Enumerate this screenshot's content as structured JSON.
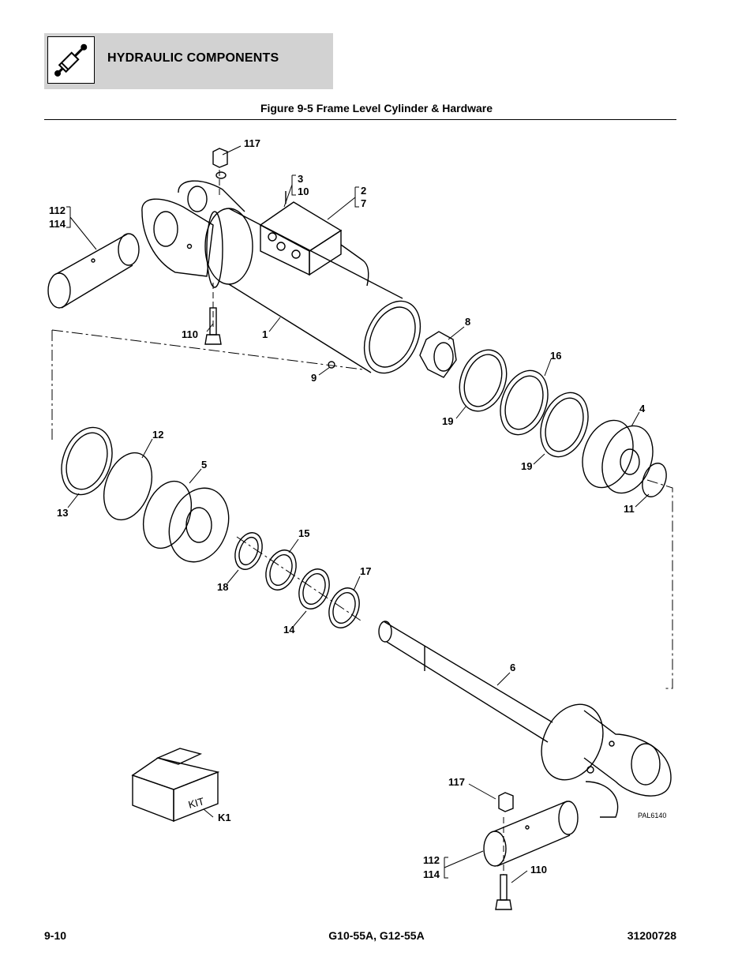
{
  "header": {
    "title": "HYDRAULIC COMPONENTS",
    "icon": "hydraulic-cylinder-icon",
    "background": "#d2d2d2"
  },
  "figure": {
    "title": "Figure 9-5 Frame Level Cylinder & Hardware",
    "drawing_code": "PAL6140",
    "kit_text": "KIT",
    "callouts": {
      "c117a": "117",
      "c3": "3",
      "c10": "10",
      "c2": "2",
      "c7": "7",
      "c112a": "112",
      "c114a": "114",
      "c110a": "110",
      "c1": "1",
      "c8": "8",
      "c9": "9",
      "c16": "16",
      "c19a": "19",
      "c4": "4",
      "c19b": "19",
      "c12": "12",
      "c5": "5",
      "c13": "13",
      "c11": "11",
      "c15": "15",
      "c18": "18",
      "c17": "17",
      "c14": "14",
      "c6": "6",
      "c117b": "117",
      "cK1": "K1",
      "c112b": "112",
      "c114b": "114",
      "c110b": "110"
    }
  },
  "footer": {
    "page": "9-10",
    "models": "G10-55A, G12-55A",
    "doc_number": "31200728"
  }
}
